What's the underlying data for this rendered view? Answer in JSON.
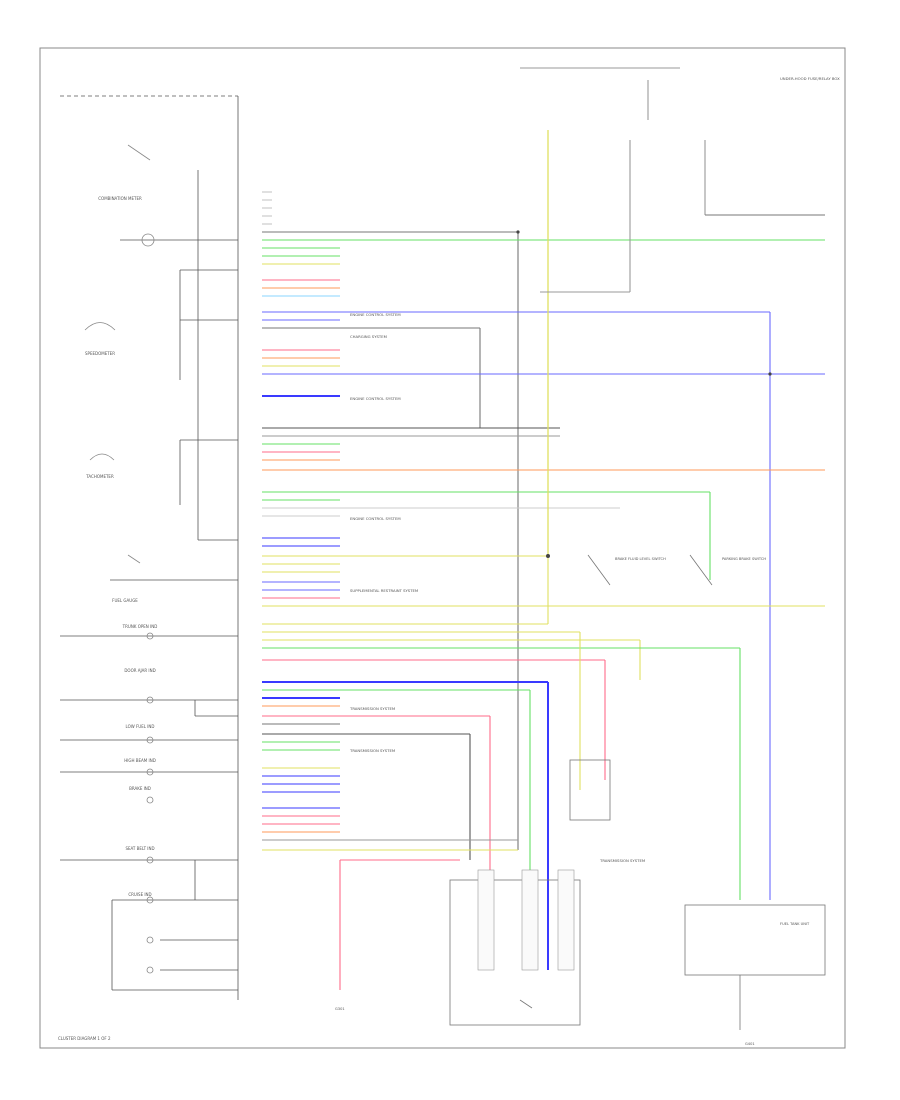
{
  "diagram": {
    "left_panel": {
      "cluster_title": "COMBINATION METER",
      "components": [
        {
          "name": "fuel-gauge-label",
          "text": "FUEL GAUGE"
        },
        {
          "name": "tachometer-label",
          "text": "TACHOMETER"
        },
        {
          "name": "speedometer-label",
          "text": "SPEEDOMETER"
        }
      ],
      "lamps": [
        {
          "name": "trunk-lamp",
          "text": "TRUNK OPEN IND"
        },
        {
          "name": "door-ajar-lamp",
          "text": "DOOR AJAR IND"
        },
        {
          "name": "lo-fuel-lamp",
          "text": "LOW FUEL IND"
        },
        {
          "name": "high-beam-lamp",
          "text": "HIGH BEAM IND"
        },
        {
          "name": "brake-lamp",
          "text": "BRAKE IND"
        },
        {
          "name": "seat-belt-lamp",
          "text": "SEAT BELT IND"
        },
        {
          "name": "cruise-lamp",
          "text": "CRUISE IND"
        }
      ]
    },
    "systems": [
      {
        "name": "engine-control-system-1",
        "text": "ENGINE CONTROL SYSTEM"
      },
      {
        "name": "charging-system",
        "text": "CHARGING SYSTEM"
      },
      {
        "name": "engine-control-system-2",
        "text": "ENGINE CONTROL SYSTEM"
      },
      {
        "name": "engine-control-system-3",
        "text": "ENGINE CONTROL SYSTEM"
      },
      {
        "name": "srs-system",
        "text": "SUPPLEMENTAL RESTRAINT SYSTEM"
      },
      {
        "name": "transmission-system-1",
        "text": "TRANSMISSION SYSTEM"
      },
      {
        "name": "transmission-system-2",
        "text": "TRANSMISSION SYSTEM"
      },
      {
        "name": "transmission-system-3",
        "text": "TRANSMISSION SYSTEM"
      }
    ],
    "right_panel": {
      "components": [
        {
          "name": "fuse-box-label",
          "text": "UNDER-HOOD FUSE/RELAY BOX"
        },
        {
          "name": "fuel-sender-label",
          "text": "FUEL TANK UNIT"
        },
        {
          "name": "brake-fluid-switch-label",
          "text": "BRAKE FLUID LEVEL SWITCH"
        },
        {
          "name": "parking-brake-switch-label",
          "text": "PARKING BRAKE SWITCH"
        },
        {
          "name": "ground-label-1",
          "text": "G301"
        },
        {
          "name": "ground-label-2",
          "text": "G401"
        }
      ]
    },
    "footer": {
      "page_label": "CLUSTER DIAGRAM 1 OF 2"
    }
  }
}
